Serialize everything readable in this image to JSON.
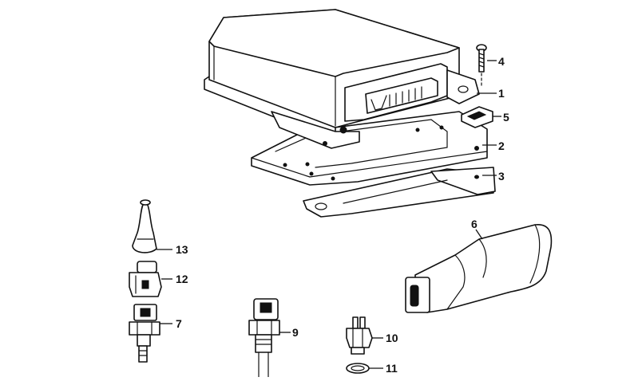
{
  "diagram": {
    "callouts": [
      {
        "part": "1",
        "label": "1"
      },
      {
        "part": "2",
        "label": "2"
      },
      {
        "part": "3",
        "label": "3"
      },
      {
        "part": "4",
        "label": "4"
      },
      {
        "part": "5",
        "label": "5"
      },
      {
        "part": "6",
        "label": "6"
      },
      {
        "part": "7",
        "label": "7"
      },
      {
        "part": "9",
        "label": "9"
      },
      {
        "part": "10",
        "label": "10"
      },
      {
        "part": "11",
        "label": "11"
      },
      {
        "part": "12",
        "label": "12"
      },
      {
        "part": "13",
        "label": "13"
      }
    ]
  }
}
